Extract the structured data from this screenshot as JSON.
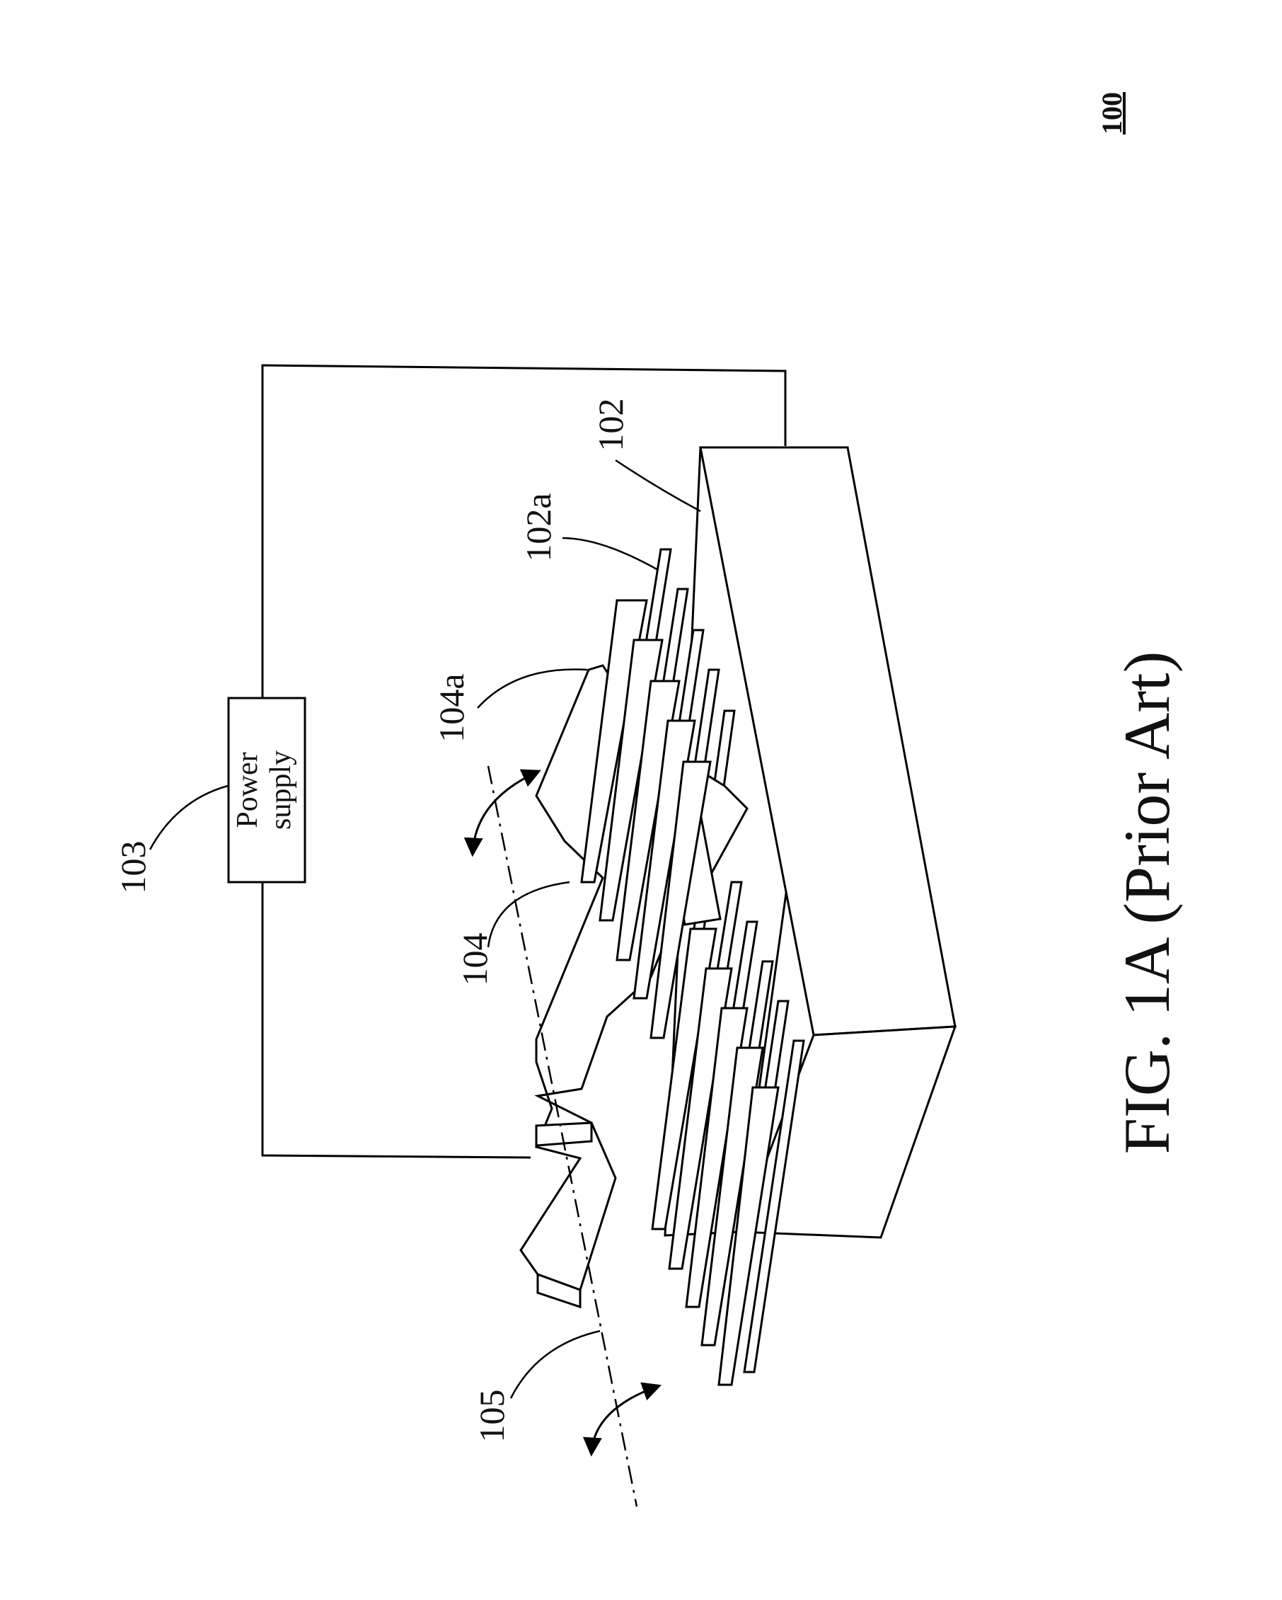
{
  "sheet_number": "100",
  "caption": "FIG. 1A (Prior Art)",
  "power_supply": {
    "ref": "103",
    "line1": "Power",
    "line2": "supply"
  },
  "labels": {
    "substrate": "102",
    "substrate_fingers": "102a",
    "mirror_plate": "104",
    "mirror_fingers": "104a",
    "rotation_axis": "105"
  }
}
